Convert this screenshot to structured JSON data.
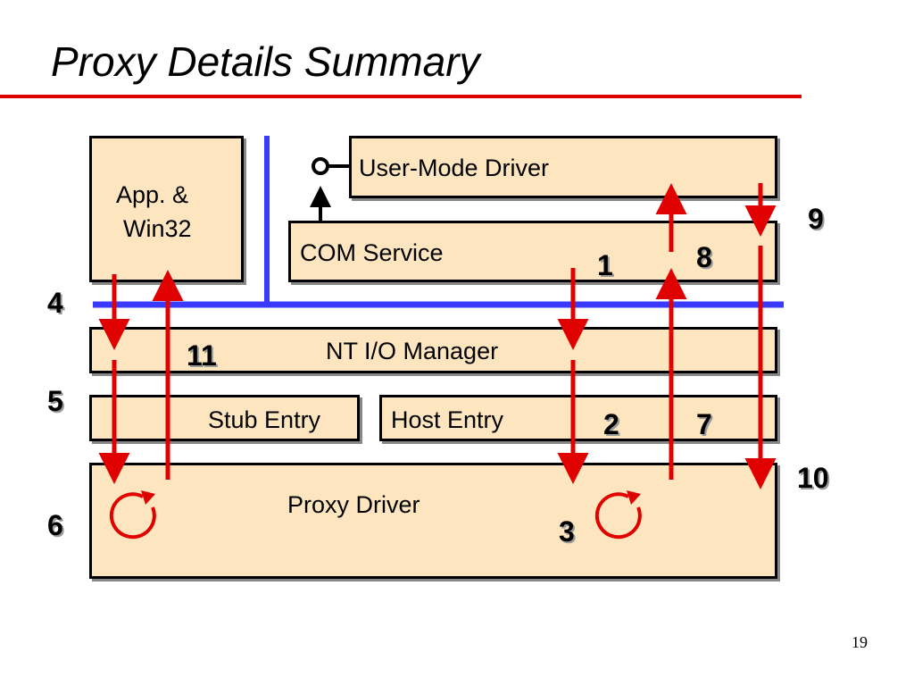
{
  "title": "Proxy Details Summary",
  "blocks": {
    "app_line1": "App. &",
    "app_line2": "Win32",
    "user_mode_driver": "User-Mode Driver",
    "com_service": "COM Service",
    "io_manager": "NT I/O Manager",
    "stub_entry": "Stub Entry",
    "host_entry": "Host Entry",
    "proxy_driver": "Proxy Driver"
  },
  "steps": {
    "s1": "1",
    "s2": "2",
    "s3": "3",
    "s4": "4",
    "s5": "5",
    "s6": "6",
    "s7": "7",
    "s8": "8",
    "s9": "9",
    "s10": "10",
    "s11": "11"
  },
  "colors": {
    "title_rule": "#e00000",
    "box_fill": "#fde6bf",
    "arrow": "#e00000",
    "divider": "#3a3aff"
  },
  "page_number": "19"
}
